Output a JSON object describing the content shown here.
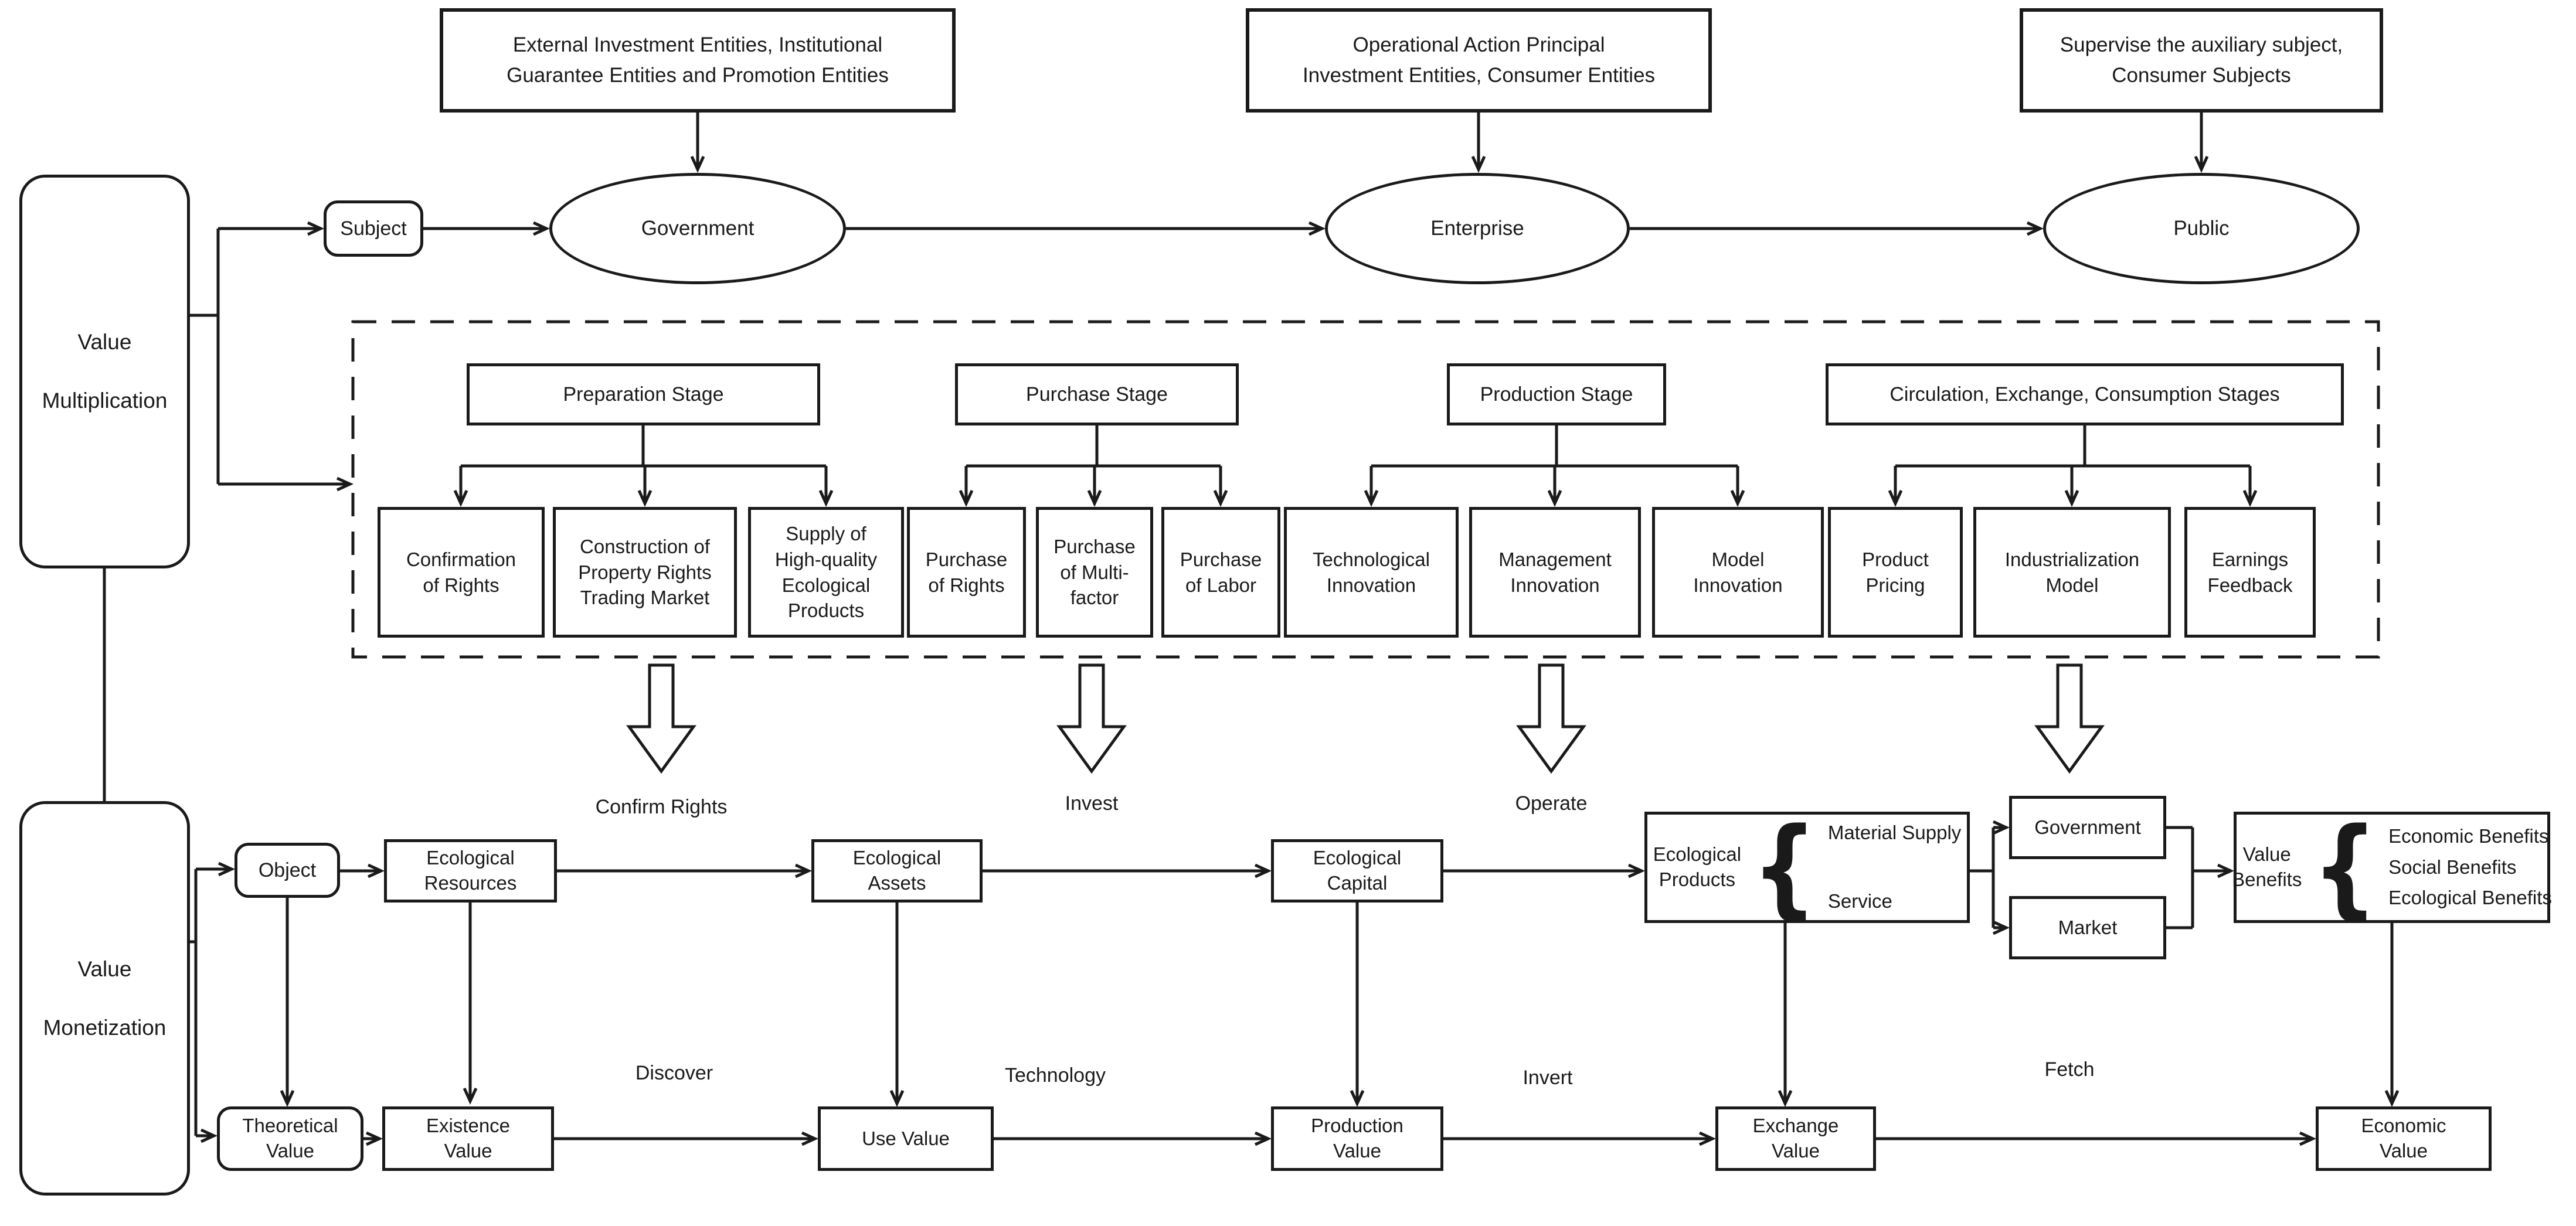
{
  "top_entities": [
    {
      "label": "External Investment Entities, Institutional\nGuarantee Entities and Promotion Entities"
    },
    {
      "label": "Operational Action Principal\nInvestment Entities, Consumer Entities"
    },
    {
      "label": "Supervise the auxiliary subject,\nConsumer Subjects"
    }
  ],
  "subject_tag": {
    "label": "Subject"
  },
  "object_tag": {
    "label": "Object"
  },
  "actors": [
    {
      "label": "Government"
    },
    {
      "label": "Enterprise"
    },
    {
      "label": "Public"
    }
  ],
  "side_nodes": [
    {
      "label": "Value\nMultiplication"
    },
    {
      "label": "Value\nMonetization"
    }
  ],
  "stages": [
    {
      "label": "Preparation Stage",
      "children": [
        {
          "label": "Confirmation\nof Rights"
        },
        {
          "label": "Construction of\nProperty Rights\nTrading Market"
        },
        {
          "label": "Supply of\nHigh-quality\nEcological\nProducts"
        }
      ]
    },
    {
      "label": "Purchase Stage",
      "children": [
        {
          "label": "Purchase\nof Rights"
        },
        {
          "label": "Purchase\nof Multi-\nfactor"
        },
        {
          "label": "Purchase\nof Labor"
        }
      ]
    },
    {
      "label": "Production Stage",
      "children": [
        {
          "label": "Technological\nInnovation"
        },
        {
          "label": "Management\nInnovation"
        },
        {
          "label": "Model\nInnovation"
        }
      ]
    },
    {
      "label": "Circulation, Exchange, Consumption Stages",
      "children": [
        {
          "label": "Product\nPricing"
        },
        {
          "label": "Industrialization\nModel"
        },
        {
          "label": "Earnings\nFeedback"
        }
      ]
    }
  ],
  "process_labels": [
    {
      "label": "Confirm Rights"
    },
    {
      "label": "Invest"
    },
    {
      "label": "Operate"
    }
  ],
  "asset_chain": [
    {
      "label": "Ecological\nResources"
    },
    {
      "label": "Ecological\nAssets"
    },
    {
      "label": "Ecological\nCapital"
    }
  ],
  "products": {
    "label": "Ecological\nProducts",
    "brace": "{",
    "items": [
      {
        "label": "Material Supply"
      },
      {
        "label": "Service"
      }
    ]
  },
  "channels": [
    {
      "label": "Government"
    },
    {
      "label": "Market"
    }
  ],
  "benefits": {
    "label": "Value\nBenefits",
    "brace": "{",
    "items": [
      {
        "label": "Economic Benefits"
      },
      {
        "label": "Social Benefits"
      },
      {
        "label": "Ecological Benefits"
      }
    ]
  },
  "value_chain": [
    {
      "label": "Theoretical\nValue"
    },
    {
      "label": "Existence\nValue"
    },
    {
      "label": "Use Value"
    },
    {
      "label": "Production\nValue"
    },
    {
      "label": "Exchange\nValue"
    },
    {
      "label": "Economic\nValue"
    }
  ],
  "edge_labels": [
    {
      "label": "Discover"
    },
    {
      "label": "Technology"
    },
    {
      "label": "Invert"
    },
    {
      "label": "Fetch"
    }
  ],
  "colors": {
    "ink": "#1a1a1a",
    "background": "#ffffff"
  }
}
